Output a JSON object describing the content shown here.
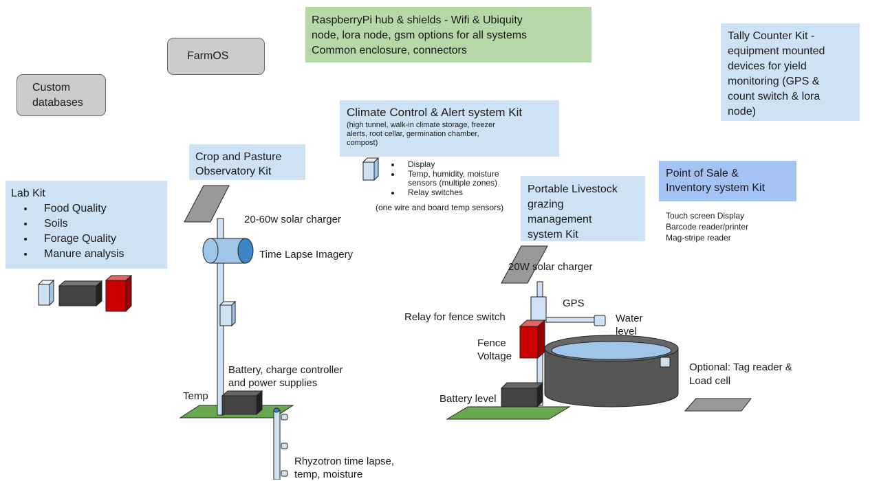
{
  "hub": {
    "line1": "RaspberryPi hub & shields - Wifi & Ubiquity",
    "line2": "node, lora node, gsm options for all systems",
    "line3": "Common enclosure, connectors"
  },
  "farmos": {
    "label": "FarmOS"
  },
  "custom_db": {
    "line1": "Custom",
    "line2": "databases"
  },
  "tally": {
    "line1": "Tally Counter Kit -",
    "line2": "equipment mounted",
    "line3": "devices for yield",
    "line4": "monitoring (GPS &",
    "line5": "count switch & lora",
    "line6": "node)"
  },
  "climate": {
    "title": "Climate Control & Alert system Kit",
    "sub1": "(high tunnel, walk-in climate storage, freezer",
    "sub2": "alerts, root cellar, germination chamber,",
    "sub3": "compost)",
    "items": [
      "Display",
      "Temp, humidity, moisture",
      "sensors (multiple zones)",
      "Relay switches"
    ],
    "note": "(one wire and board temp sensors)"
  },
  "crop": {
    "line1": "Crop and Pasture",
    "line2": "Observatory Kit",
    "solar": "20-60w solar charger",
    "camera": "Time Lapse Imagery",
    "battery1": "Battery, charge controller",
    "battery2": "and power supplies",
    "temp": "Temp",
    "rhyzo1": "Rhyzotron time lapse,",
    "rhyzo2": "temp, moisture"
  },
  "lab": {
    "title": "Lab Kit",
    "items": [
      "Food Quality",
      "Soils",
      "Forage Quality",
      "Manure analysis"
    ]
  },
  "pos": {
    "line1": "Point of Sale &",
    "line2": "Inventory system Kit",
    "d1": "Touch screen Display",
    "d2": "Barcode reader/printer",
    "d3": "Mag-stripe reader"
  },
  "livestock": {
    "line1": "Portable Livestock",
    "line2": "grazing",
    "line3": "management",
    "line4": "system Kit",
    "solar": "20W solar charger",
    "gps": "GPS",
    "relay": "Relay for fence switch",
    "water1": "Water",
    "water2": "level",
    "fence1": "Fence",
    "fence2": "Voltage",
    "battery": "Battery level",
    "tag1": "Optional: Tag reader &",
    "tag2": "Load cell"
  },
  "colors": {
    "box_blue": "#cfe2f3",
    "box_blue_dark": "#a4c2f4",
    "box_green": "#b6d7a8",
    "box_gray": "#cccccc",
    "grass": "#6aa84f",
    "red": "#cc0000"
  }
}
